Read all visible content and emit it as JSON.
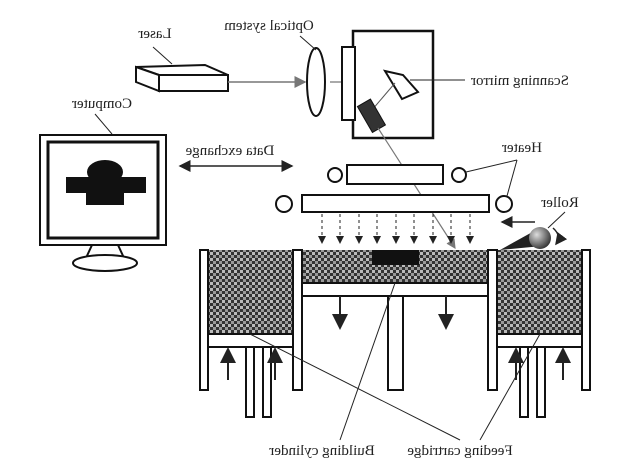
{
  "labels": {
    "laser": "Laser",
    "optical_system": "Optical system",
    "scanning_mirror": "Scanning mirror",
    "computer": "Computer",
    "data_exchange": "Data exchange",
    "heater": "Heater",
    "roller": "Roller",
    "building_cylinder": "Building cylinder",
    "feeding_cartridge": "Feeding cartridge"
  },
  "text_mirrored": true
}
